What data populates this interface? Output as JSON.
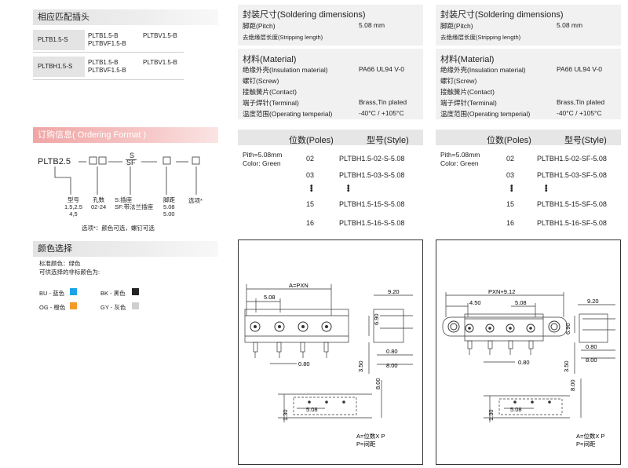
{
  "left": {
    "matching_header": "相应匹配插头",
    "matching_rows": [
      {
        "label": "PLTB1.5-S",
        "col1": [
          "PLTB1.5-B",
          "PLTBVF1.5-B"
        ],
        "col2": [
          "PLTBV1.5-B"
        ]
      },
      {
        "label": "PLTBH1.5-S",
        "col1": [
          "PLTB1.5-B",
          "PLTBVF1.5-B"
        ],
        "col2": [
          "PLTBV1.5-B"
        ]
      }
    ],
    "ordering_header": "订购信息( Ordering  Format )",
    "ordering": {
      "prefix": "PLTB2.5",
      "s_top": "S",
      "sf_bottom": "SF",
      "labels": {
        "model": [
          "型号",
          "1.5,2.5",
          "4,5"
        ],
        "poles": [
          "孔数",
          "02-24"
        ],
        "style": [
          "S:插座",
          "SF:带法兰插座"
        ],
        "pitch": [
          "脚距",
          "5.08",
          "5.00"
        ],
        "option": "选项*"
      },
      "note": "选项*：颜色可选，螺钉可选"
    },
    "color_header": "颜色选择",
    "color_std": "标准颜色：绿色",
    "color_alt": "可供选择的非标颜色为:",
    "colors": [
      {
        "text": "BU - 蓝色",
        "hex": "#1aa3e8"
      },
      {
        "text": "BK - 黑色",
        "hex": "#222222"
      },
      {
        "text": "OG - 橙色",
        "hex": "#f59a2a"
      },
      {
        "text": "GY - 灰色",
        "hex": "#cfcfcf"
      }
    ]
  },
  "panels": [
    {
      "solder_title": "封装尺寸(Soldering dimensions)",
      "pitch_label": "脚距(Pitch)",
      "pitch_value": "5.08  mm",
      "strip_label": "去绝缘层长度(Stripping length)",
      "material_title": "材料(Material)",
      "materials": [
        {
          "k": "绝缘外壳(Insulation material)",
          "v": "PA66 UL94 V-0"
        },
        {
          "k": "螺钉(Screw)",
          "v": ""
        },
        {
          "k": "接触簧片(Contact)",
          "v": ""
        },
        {
          "k": "端子焊针(Terminal)",
          "v": "Brass,Tin plated"
        },
        {
          "k": "温度范围(Operating temperial)",
          "v": "-40°C / +105°C"
        }
      ],
      "poles_head": "位数(Poles)",
      "style_head": "型号(Style)",
      "pith": "Pith=5.08mm",
      "color": "Color: Green",
      "rows": [
        {
          "p": "02",
          "s": "PLTBH1.5-02-S-5.08"
        },
        {
          "p": "03",
          "s": "PLTBH1.5-03-S-5.08"
        },
        {
          "p": "15",
          "s": "PLTBH1.5-15-S-5.08"
        },
        {
          "p": "16",
          "s": "PLTBH1.5-16-S-5.08"
        }
      ],
      "drawing": {
        "top_dim": "A=PXN",
        "pitch_dim": "5.08",
        "side_w": "9.20",
        "side_h": "6.90",
        "pin_w": "0.80",
        "bottom_h": "3.50",
        "side_b": "8.00",
        "fp_pitch": "5.08",
        "fp_h": "8.00",
        "fp_side": "1.30",
        "legend1": "A=位数X P",
        "legend2": "P=间距"
      }
    },
    {
      "solder_title": "封装尺寸(Soldering dimensions)",
      "pitch_label": "脚距(Pitch)",
      "pitch_value": "5.08  mm",
      "strip_label": "去绝缘层长度(Stripping length)",
      "material_title": "材料(Material)",
      "materials": [
        {
          "k": "绝缘外壳(Insulation material)",
          "v": "PA66 UL94 V-0"
        },
        {
          "k": "螺钉(Screw)",
          "v": ""
        },
        {
          "k": "接触簧片(Contact)",
          "v": ""
        },
        {
          "k": "端子焊针(Terminal)",
          "v": "Brass,Tin plated"
        },
        {
          "k": "温度范围(Operating temperial)",
          "v": "-40°C / +105°C"
        }
      ],
      "poles_head": "位数(Poles)",
      "style_head": "型号(Style)",
      "pith": "Pith=5.08mm",
      "color": "Color: Green",
      "rows": [
        {
          "p": "02",
          "s": "PLTBH1.5-02-SF-5.08"
        },
        {
          "p": "03",
          "s": "PLTBH1.5-03-SF-5.08"
        },
        {
          "p": "15",
          "s": "PLTBH1.5-15-SF-5.08"
        },
        {
          "p": "16",
          "s": "PLTBH1.5-16-SF-5.08"
        }
      ],
      "drawing": {
        "top_dim": "PXN+9.12",
        "flange_dim": "4.50",
        "pitch_dim": "5.08",
        "side_w": "9.20",
        "side_h": "6.90",
        "pin_w": "0.80",
        "bottom_h": "3.50",
        "side_b": "8.00",
        "fp_pitch": "5.08",
        "fp_h": "8.00",
        "fp_side": "1.30",
        "legend1": "A=位数X P",
        "legend2": "P=间距"
      }
    }
  ]
}
